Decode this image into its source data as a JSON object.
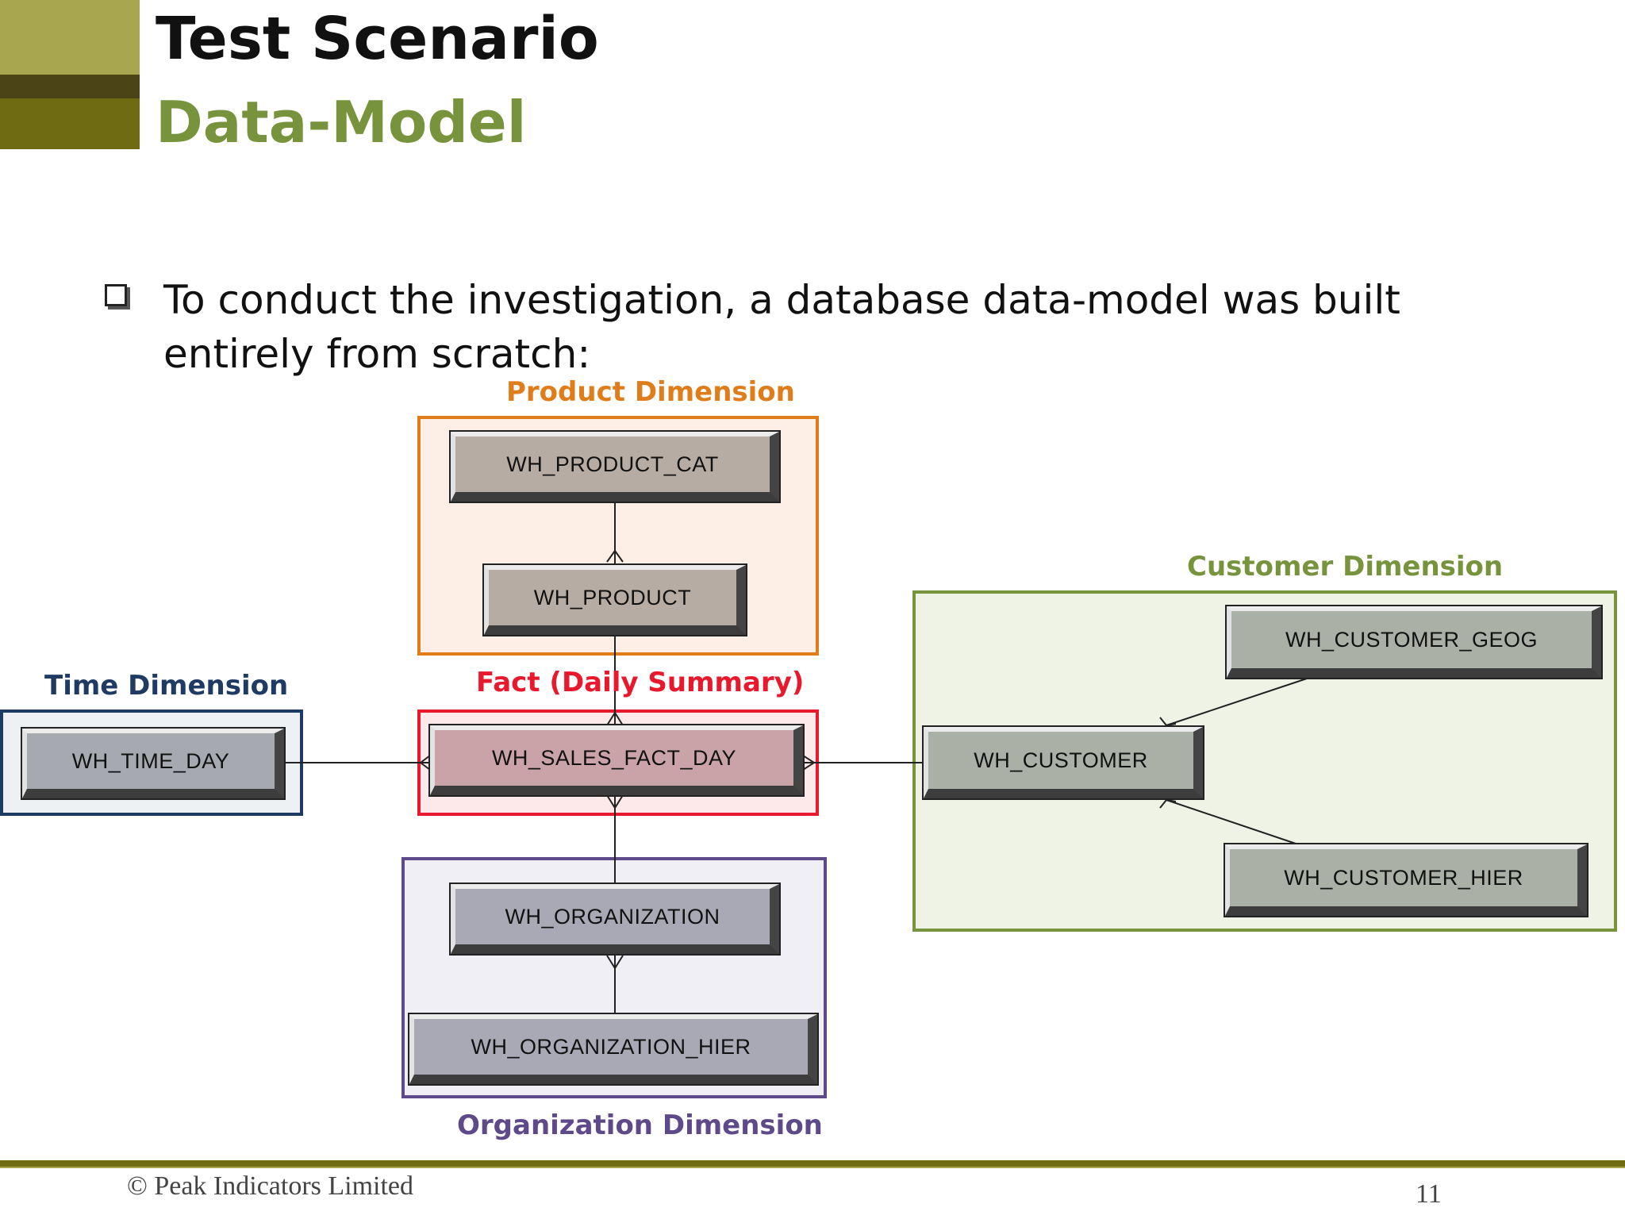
{
  "header": {
    "title": "Test Scenario",
    "subtitle": "Data-Model"
  },
  "bullet": {
    "text": "To conduct the investigation, a database data-model was built entirely from scratch:"
  },
  "groups": {
    "product": "Product Dimension",
    "fact": "Fact (Daily Summary)",
    "time": "Time Dimension",
    "organization": "Organization Dimension",
    "customer": "Customer Dimension"
  },
  "entities": {
    "product_cat": "WH_PRODUCT_CAT",
    "product": "WH_PRODUCT",
    "sales_fact_day": "WH_SALES_FACT_DAY",
    "time_day": "WH_TIME_DAY",
    "organization": "WH_ORGANIZATION",
    "organization_hier": "WH_ORGANIZATION_HIER",
    "customer": "WH_CUSTOMER",
    "customer_geog": "WH_CUSTOMER_GEOG",
    "customer_hier": "WH_CUSTOMER_HIER"
  },
  "footer": {
    "copyright": "© Peak Indicators Limited",
    "page_number": "11"
  },
  "colors": {
    "product": "#e07c1a",
    "fact": "#e8192c",
    "time": "#1f3b63",
    "organization": "#5e4a8a",
    "customer": "#77933c",
    "header_olive": "#6e6b12"
  }
}
